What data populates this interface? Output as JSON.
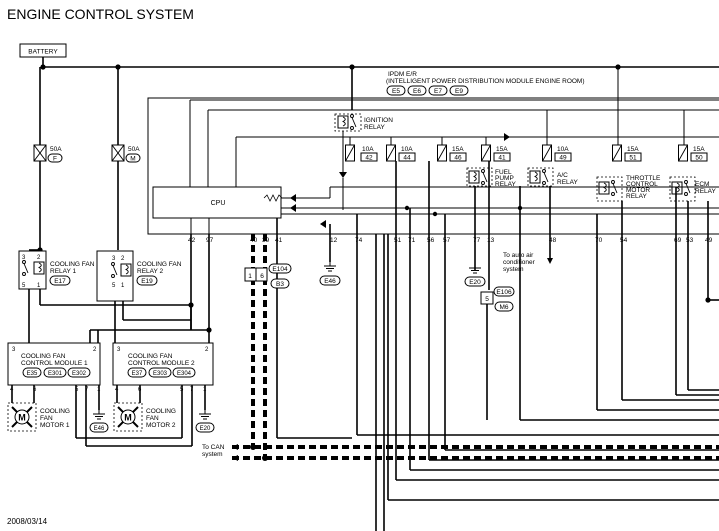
{
  "title": "ENGINE CONTROL SYSTEM",
  "date": "2008/03/14",
  "battery": "BATTERY",
  "ipdm": {
    "line1": "IPDM E/R",
    "line2": "(INTELLIGENT POWER DISTRIBUTION MODULE ENGINE ROOM)",
    "connectors": [
      "E5",
      "E6",
      "E7",
      "E9"
    ],
    "cpu": "CPU"
  },
  "fuses": [
    {
      "amp": "50A",
      "id": "F"
    },
    {
      "amp": "50A",
      "id": "M"
    },
    {
      "amp": "10A",
      "id": "42"
    },
    {
      "amp": "10A",
      "id": "44"
    },
    {
      "amp": "15A",
      "id": "46"
    },
    {
      "amp": "15A",
      "id": "41"
    },
    {
      "amp": "10A",
      "id": "49"
    },
    {
      "amp": "15A",
      "id": "51"
    },
    {
      "amp": "15A",
      "id": "50"
    }
  ],
  "relays": {
    "ignition": [
      "IGNITION",
      "RELAY"
    ],
    "fuel_pump": [
      "FUEL",
      "PUMP",
      "RELAY"
    ],
    "ac": [
      "A/C",
      "RELAY"
    ],
    "throttle": [
      "THROTTLE",
      "CONTROL",
      "MOTOR",
      "RELAY"
    ],
    "ecm": [
      "ECM",
      "RELAY"
    ]
  },
  "ipdm_pins": [
    "42",
    "97",
    "40",
    "39",
    "41",
    "12",
    "74",
    "51",
    "71",
    "56",
    "57",
    "77",
    "13",
    "48",
    "70",
    "54",
    "69",
    "53",
    "49"
  ],
  "fan_relay_1": {
    "lines": [
      "COOLING FAN",
      "RELAY 1"
    ],
    "conn": "E17",
    "pins": [
      "3",
      "2",
      "5",
      "1"
    ]
  },
  "fan_relay_2": {
    "lines": [
      "COOLING FAN",
      "RELAY 2"
    ],
    "conn": "E19",
    "pins": [
      "3",
      "2",
      "5",
      "1"
    ]
  },
  "module_1": {
    "lines": [
      "COOLING FAN",
      "CONTROL MODULE 1"
    ],
    "conns": [
      "E35",
      "E301",
      "E302"
    ],
    "pins": [
      "3",
      "2",
      "4",
      "6",
      "5",
      "7",
      "1"
    ]
  },
  "module_2": {
    "lines": [
      "COOLING FAN",
      "CONTROL MODULE 2"
    ],
    "conns": [
      "E37",
      "E303",
      "E304"
    ],
    "pins": [
      "3",
      "2",
      "4",
      "6",
      "5",
      "7",
      "1"
    ]
  },
  "motor_1": {
    "lines": [
      "COOLING",
      "FAN",
      "MOTOR 1"
    ],
    "symbol": "M"
  },
  "motor_2": {
    "lines": [
      "COOLING",
      "FAN",
      "MOTOR 2"
    ],
    "symbol": "M"
  },
  "grounds": [
    "E46",
    "E20",
    "E46",
    "E20"
  ],
  "joint_e104": {
    "pins": [
      "1",
      "6"
    ],
    "conn": "E104",
    "sub": "B3"
  },
  "joint_e106": {
    "pin": "5",
    "conn": "E106",
    "sub": "M6"
  },
  "ac_note": [
    "To auto air",
    "conditioner",
    "system"
  ],
  "can_note": [
    "To CAN",
    "system"
  ]
}
